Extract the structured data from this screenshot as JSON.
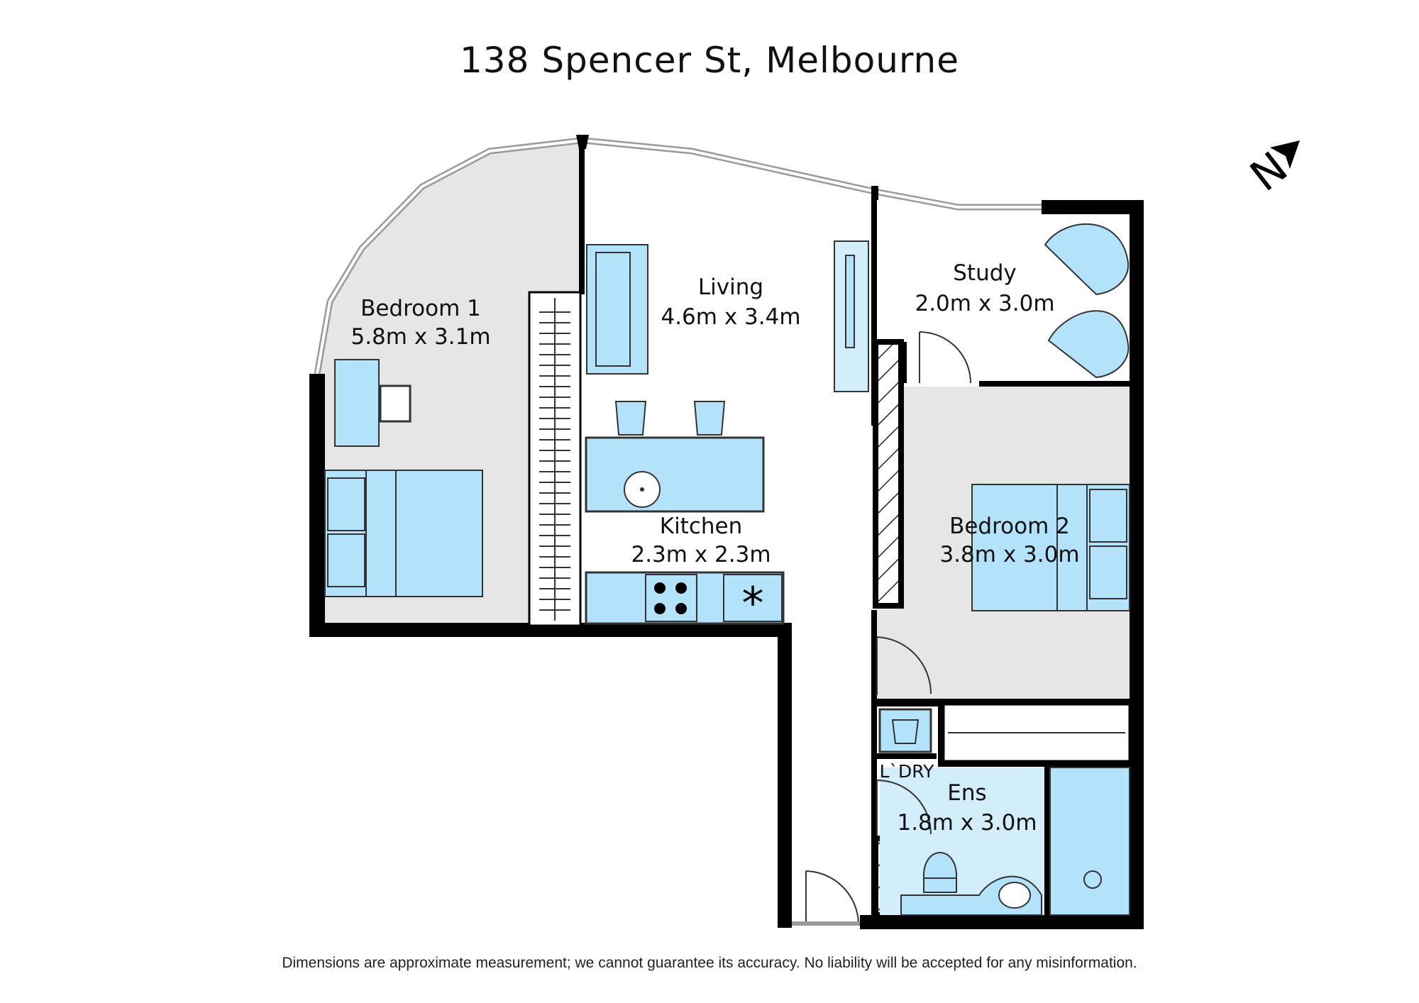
{
  "title": "138 Spencer St, Melbourne",
  "disclaimer": "Dimensions are approximate measurement; we cannot guarantee its accuracy. No liability will be accepted for any misinformation.",
  "compass": {
    "label": "N",
    "icon": "north-arrow-icon"
  },
  "rooms": {
    "bedroom1": {
      "name": "Bedroom 1",
      "dims": "5.8m x 3.1m"
    },
    "living": {
      "name": "Living",
      "dims": "4.6m x 3.4m"
    },
    "study": {
      "name": "Study",
      "dims": "2.0m x 3.0m"
    },
    "kitchen": {
      "name": "Kitchen",
      "dims": "2.3m x 2.3m"
    },
    "bedroom2": {
      "name": "Bedroom 2",
      "dims": "3.8m x 3.0m"
    },
    "laundry": {
      "name": "L`DRY"
    },
    "ensuite": {
      "name": "Ens",
      "dims": "1.8m x 3.0m"
    }
  },
  "colors": {
    "wall": "#000000",
    "floor_shaded": "#e6e6e6",
    "fixture_fill": "#b3e3fb",
    "fixture_light": "#d3eefb",
    "fixture_stroke": "#333333",
    "window": "#999999"
  }
}
